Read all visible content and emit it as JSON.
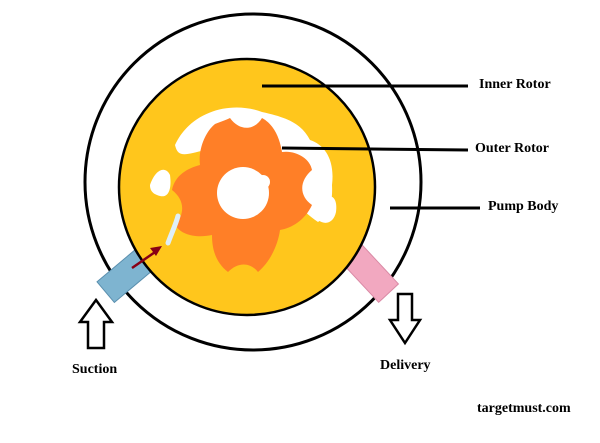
{
  "labels": {
    "inner_rotor": "Inner Rotor",
    "outer_rotor": "Outer Rotor",
    "pump_body": "Pump Body",
    "suction": "Suction",
    "delivery": "Delivery"
  },
  "credit": "targetmust.com",
  "colors": {
    "rotor_housing": "#FFC61C",
    "gear": "#FF7F27",
    "suction_port": "#7EB4D0",
    "delivery_port": "#F2A8C0",
    "flow_arrow": "#880015",
    "outline": "#000000"
  }
}
